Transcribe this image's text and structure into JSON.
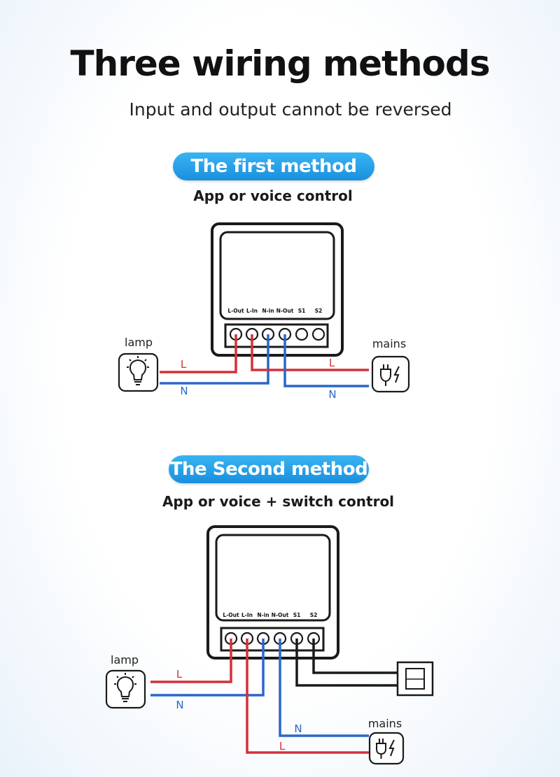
{
  "header": {
    "title": "Three wiring methods",
    "subtitle": "Input and output cannot be reversed"
  },
  "colors": {
    "live_wire": "#d4303a",
    "neutral_wire": "#2a67c9",
    "switch_wire": "#1a1a1a",
    "pill_accent": "#1e97e6"
  },
  "terminals": [
    "L-Out",
    "L-In",
    "N-in",
    "N-Out",
    "S1",
    "S2"
  ],
  "method1": {
    "pill": "The first method",
    "caption": "App or voice control",
    "lamp_label": "lamp",
    "mains_label": "mains",
    "wire_L": "L",
    "wire_N": "N",
    "wire_L_mains": "L",
    "wire_N_mains": "N",
    "lamp_icon": "light-bulb-icon",
    "mains_icon": "power-plug-icon"
  },
  "method2": {
    "pill": "The Second method",
    "caption": "App or voice + switch control",
    "lamp_label": "lamp",
    "mains_label": "mains",
    "wire_L": "L",
    "wire_N": "N",
    "wire_L_mains": "L",
    "wire_N_mains": "N",
    "lamp_icon": "light-bulb-icon",
    "mains_icon": "power-plug-icon",
    "switch_icon": "wall-switch-icon"
  }
}
